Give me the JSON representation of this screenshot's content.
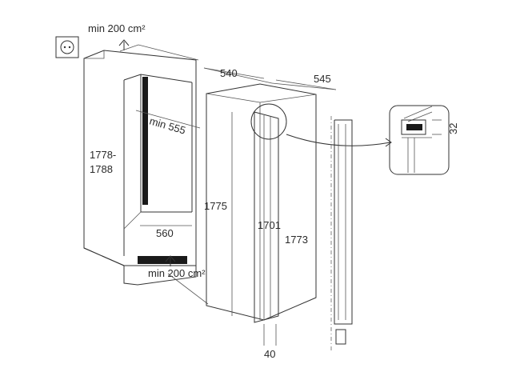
{
  "labels": {
    "vent_top": "min 200 cm²",
    "vent_bottom": "min 200 cm²",
    "niche_height": [
      "1778-",
      "1788"
    ],
    "niche_depth": "min 555",
    "niche_width": "560",
    "appliance_height_total": "1775",
    "appliance_height_body": "1701",
    "door_height": "1773",
    "appliance_width": "540",
    "appliance_depth": "545",
    "door_gap": "40",
    "detail_gap": "32"
  },
  "icons": {
    "outlet": "power-socket-icon",
    "arrow_up": "arrow-up-icon",
    "arrow_bottom": "arrow-up-icon"
  },
  "colors": {
    "line": "#333333",
    "text": "#2a2a2a",
    "seal": "#1a1a1a"
  }
}
